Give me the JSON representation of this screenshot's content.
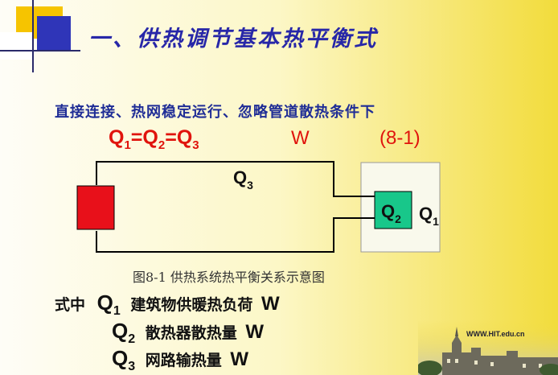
{
  "title": "一、供热调节基本热平衡式",
  "condition": "直接连接、热网稳定运行、忽略管道散热条件下",
  "equation": {
    "q1": "Q",
    "s1": "1",
    "q2": "Q",
    "s2": "2",
    "q3": "Q",
    "s3": "3",
    "eq": "=",
    "unit": "W",
    "number": "(8-1)"
  },
  "diagram": {
    "pipe_label": "Q",
    "pipe_sub": "3",
    "radiator_label": "Q",
    "radiator_sub": "2",
    "building_label": "Q",
    "building_sub": "1",
    "colors": {
      "source": "#e8101a",
      "radiator": "#18c78a",
      "pipe": "#000000"
    }
  },
  "caption": "图8-1 供热系统热平衡关系示意图",
  "legend": {
    "prefix": "式中",
    "rows": [
      {
        "q": "Q",
        "sub": "1",
        "text": "建筑物供暖热负荷",
        "unit": "W"
      },
      {
        "q": "Q",
        "sub": "2",
        "text": "散热器散热量",
        "unit": "W"
      },
      {
        "q": "Q",
        "sub": "3",
        "text": "网路输热量",
        "unit": "W"
      }
    ]
  },
  "footer": {
    "url": "WWW.HIT.edu.cn"
  }
}
